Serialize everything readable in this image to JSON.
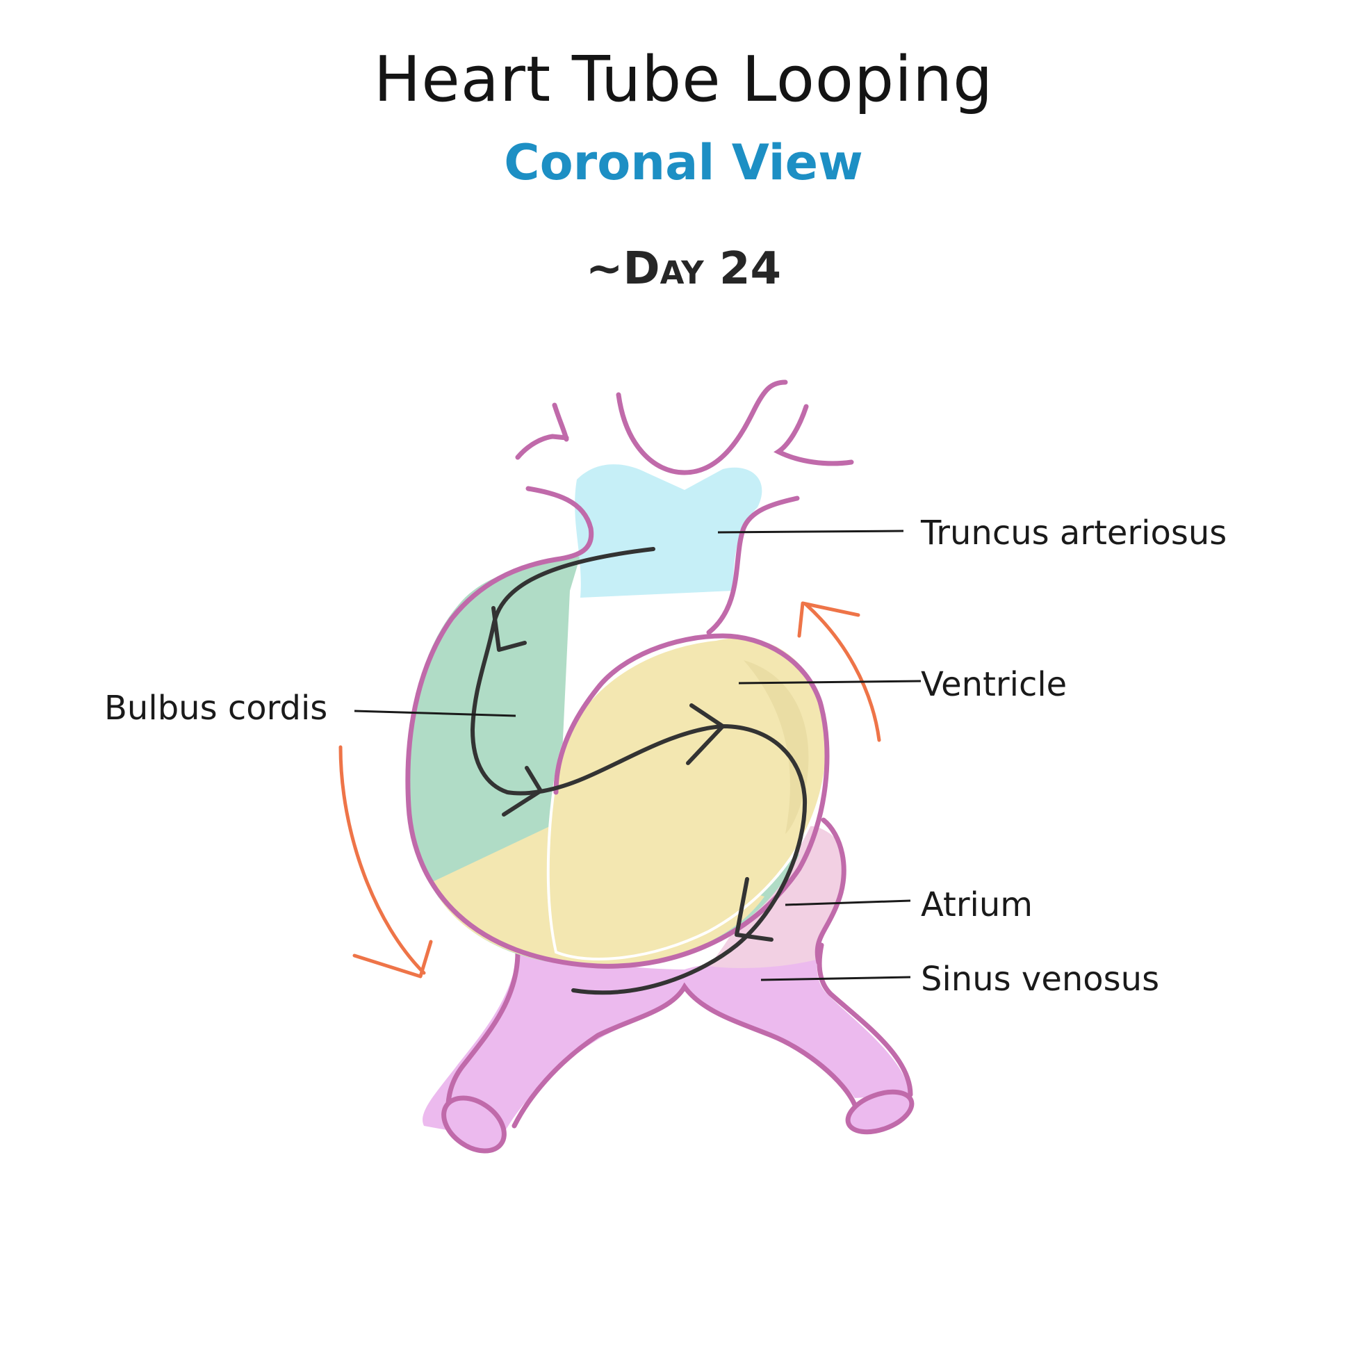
{
  "header": {
    "title": "Heart Tube Looping",
    "subtitle": "Coronal View",
    "stage": "~Day 24"
  },
  "labels": {
    "truncus": "Truncus arteriosus",
    "ventricle": "Ventricle",
    "bulbus": "Bulbus cordis",
    "atrium": "Atrium",
    "sinus": "Sinus venosus"
  },
  "colors": {
    "outline": "#c06aaa",
    "truncus": "#c6eff7",
    "bulbus": "#b0dcc6",
    "ventricle": "#f3e7b1",
    "atrium": "#f2d0e3",
    "sinus": "#ecbaee",
    "arrow_orange": "#ee7448",
    "flow_arrow": "#333333",
    "subtitle_blue": "#1d8fc4"
  }
}
